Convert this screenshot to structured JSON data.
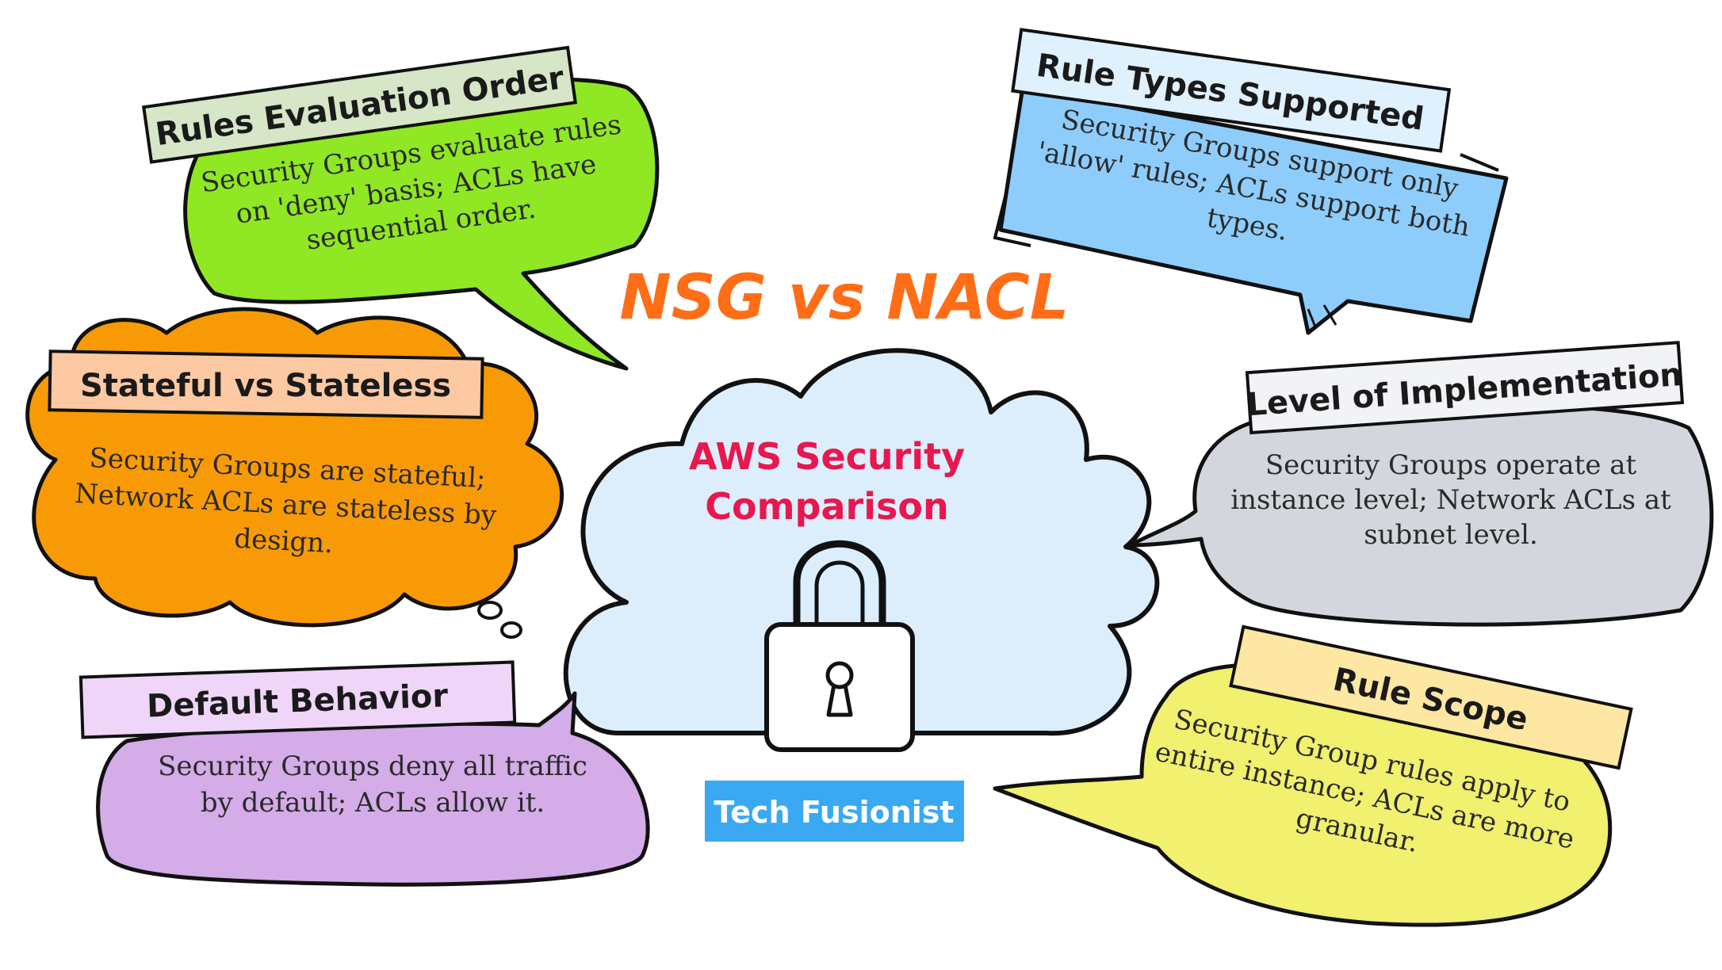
{
  "title": "NSG vs NACL",
  "center": {
    "line1": "AWS Security",
    "line2": "Comparison",
    "icon": "padlock-icon"
  },
  "brand": "Tech Fusionist",
  "colors": {
    "title": "#ff6d17",
    "center_text": "#e8174d",
    "cloud_fill": "#dceefb",
    "brand_bg": "#3aa9f1"
  },
  "cards": [
    {
      "id": "rules-evaluation-order",
      "heading": "Rules Evaluation Order",
      "lines": [
        "Security Groups evaluate rules",
        "on 'deny' basis; ACLs have",
        "sequential order."
      ],
      "bubble_color": "#8fe823",
      "header_color": "#d6e6c6"
    },
    {
      "id": "rule-types-supported",
      "heading": "Rule Types Supported",
      "lines": [
        "Security Groups support only",
        "'allow' rules; ACLs support both",
        "types."
      ],
      "bubble_color": "#8ecdfb",
      "header_color": "#dff1fd"
    },
    {
      "id": "stateful-vs-stateless",
      "heading": "Stateful vs Stateless",
      "lines": [
        "Security Groups are stateful;",
        "Network ACLs are stateless by",
        "design."
      ],
      "bubble_color": "#f89a06",
      "header_color": "#fcc9a3"
    },
    {
      "id": "level-of-implementation",
      "heading": "Level of Implementation",
      "lines": [
        "Security Groups operate at",
        "instance level; Network ACLs at",
        "subnet level."
      ],
      "bubble_color": "#d3d7dd",
      "header_color": "#f1f3f6"
    },
    {
      "id": "default-behavior",
      "heading": "Default Behavior",
      "lines": [
        "Security Groups deny all traffic",
        "by default; ACLs allow it."
      ],
      "bubble_color": "#d4ace8",
      "header_color": "#efd6f9"
    },
    {
      "id": "rule-scope",
      "heading": "Rule Scope",
      "lines": [
        "Security Group rules apply to",
        "entire instance; ACLs are more",
        "granular."
      ],
      "bubble_color": "#f1f06f",
      "header_color": "#fde7a2"
    }
  ]
}
